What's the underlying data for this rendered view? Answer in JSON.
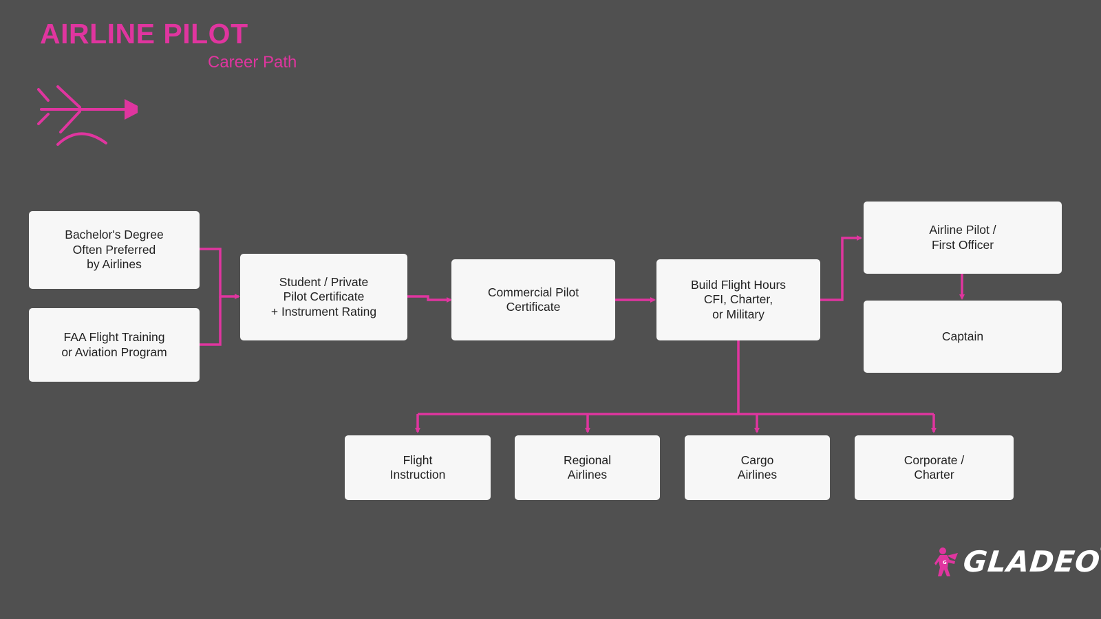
{
  "header": {
    "title": "AIRLINE PILOT",
    "subtitle": "Career Path"
  },
  "accent_color": "#e0359f",
  "background_color": "#505050",
  "box_color": "#f7f7f7",
  "header_icon": "pilot-wings-icon",
  "nodes": {
    "bachelors": "Bachelor's Degree\nOften Preferred\nby Airlines",
    "faa_training": "FAA Flight Training\nor Aviation Program",
    "student_private": "Student / Private\nPilot Certificate\n+ Instrument Rating",
    "commercial": "Commercial Pilot\nCertificate",
    "build_hours": "Build Flight Hours\nCFI, Charter,\nor Military",
    "first_officer": "Airline Pilot /\nFirst Officer",
    "captain": "Captain",
    "flight_instruction": "Flight\nInstruction",
    "regional": "Regional\nAirlines",
    "cargo": "Cargo\nAirlines",
    "corporate": "Corporate /\nCharter"
  },
  "brand": {
    "logo_text": "GLADEO",
    "trademark": "®",
    "logo_icon": "superhero-mascot-icon"
  }
}
